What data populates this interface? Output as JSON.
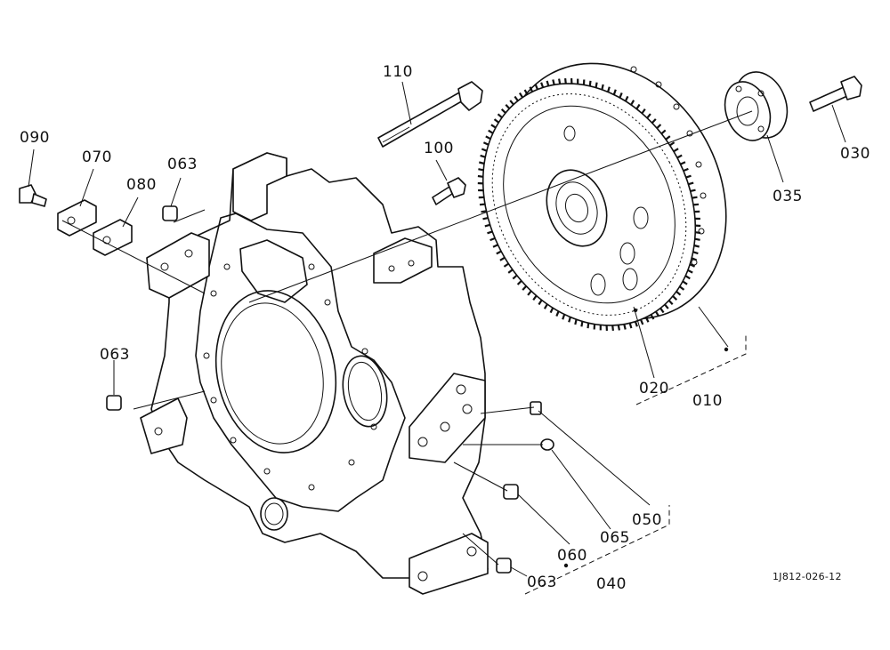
{
  "callouts": {
    "c110": "110",
    "c090": "090",
    "c070": "070",
    "c080": "080",
    "c063a": "063",
    "c100": "100",
    "c063b": "063",
    "c030": "030",
    "c035": "035",
    "c020": "020",
    "c010": "010",
    "c050": "050",
    "c065": "065",
    "c060": "060",
    "c063c": "063",
    "c040": "040"
  },
  "drawing_ref": "1J812-026-12"
}
